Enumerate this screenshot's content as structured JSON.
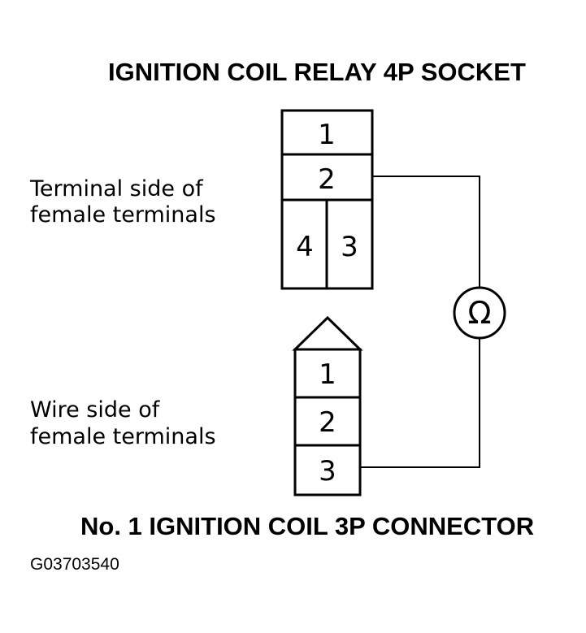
{
  "socket": {
    "title": "IGNITION COIL RELAY 4P SOCKET",
    "side_label_line1": "Terminal side of",
    "side_label_line2": "female terminals",
    "terminals": [
      "1",
      "2",
      "4",
      "3"
    ]
  },
  "connector": {
    "title": "No. 1 IGNITION COIL 3P CONNECTOR",
    "side_label_line1": "Wire side of",
    "side_label_line2": "female terminals",
    "terminals": [
      "1",
      "2",
      "3"
    ]
  },
  "meter": {
    "symbol": "Ω",
    "icon": "ohmmeter-icon"
  },
  "figure_code": "G03703540",
  "colors": {
    "ink": "#000000",
    "paper": "#ffffff"
  }
}
